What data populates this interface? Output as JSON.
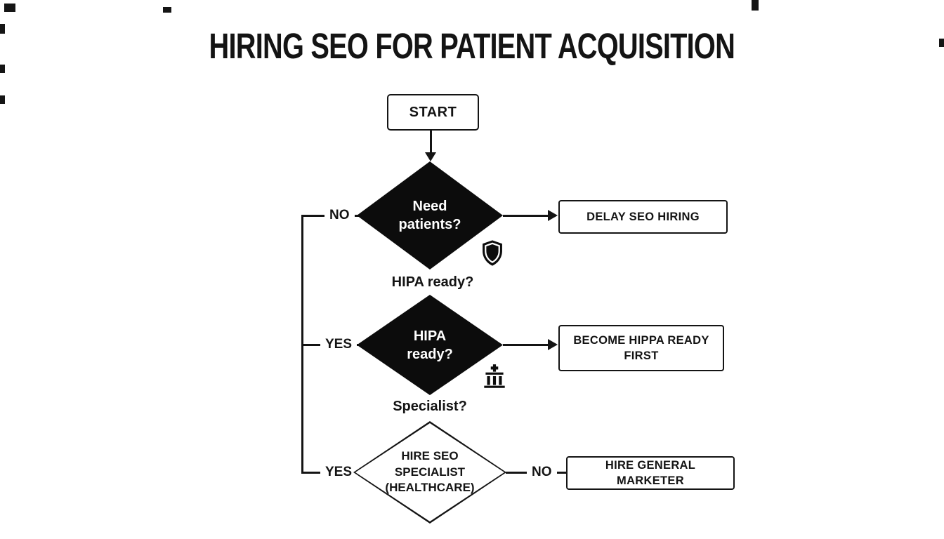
{
  "title": "HIRING SEO FOR PATIENT ACQUISITION",
  "colors": {
    "ink": "#141414",
    "diamond_fill": "#0c0c0c",
    "background": "#ffffff"
  },
  "start": {
    "label": "START"
  },
  "decisions": {
    "d1": {
      "label": "Need\npatients?",
      "branch_label": "NO",
      "result": "DELAY SEO HIRING"
    },
    "d2": {
      "caption": "HIPA ready?",
      "label": "HIPA\nready?",
      "branch_label": "YES",
      "result": "BECOME HIPPA READY FIRST"
    },
    "d3": {
      "caption": "Specialist?",
      "label": "HIRE SEO\nSPECIALIST\n(HEALTHCARE)",
      "branch_label": "YES",
      "right_label": "NO",
      "result": "HIRE GENERAL MARKETER"
    }
  },
  "icons": {
    "badge1": "shield-icon",
    "badge2": "hospital-icon"
  }
}
